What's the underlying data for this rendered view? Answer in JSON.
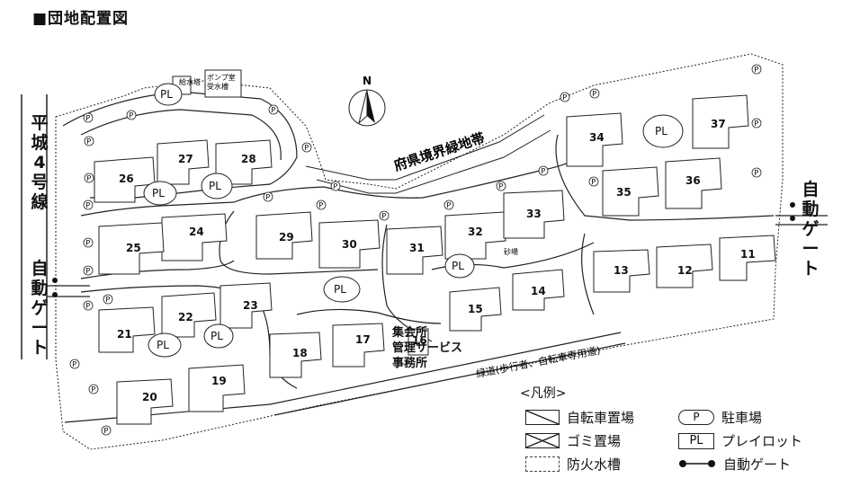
{
  "title": "■団地配置図",
  "road_left": "平城4号線",
  "gate_label_left": "自動ゲート",
  "gate_label_right": "自動ゲート",
  "greenbelt": "府県境界緑地帯",
  "green_path": "緑道(歩行者、自転車専用道)",
  "north": "N",
  "facility": [
    "集会所",
    "管理サービス",
    "事務所"
  ],
  "water_tower": "給水塔",
  "pump_room": [
    "ポンプ室",
    "受水槽"
  ],
  "sand": "砂場",
  "playlot_mark": "PL",
  "parking_mark": "P",
  "buildings": [
    "11",
    "12",
    "13",
    "14",
    "15",
    "16",
    "17",
    "18",
    "19",
    "20",
    "21",
    "22",
    "23",
    "24",
    "25",
    "26",
    "27",
    "28",
    "29",
    "30",
    "31",
    "32",
    "33",
    "34",
    "35",
    "36",
    "37"
  ],
  "legend": {
    "title": "<凡例>",
    "bicycle": "自転車置場",
    "garbage": "ゴミ置場",
    "cistern": "防火水槽",
    "parking_symbol": "P",
    "parking": "駐車場",
    "playlot_symbol": "PL",
    "playlot": "プレイロット",
    "gate": "自動ゲート"
  }
}
